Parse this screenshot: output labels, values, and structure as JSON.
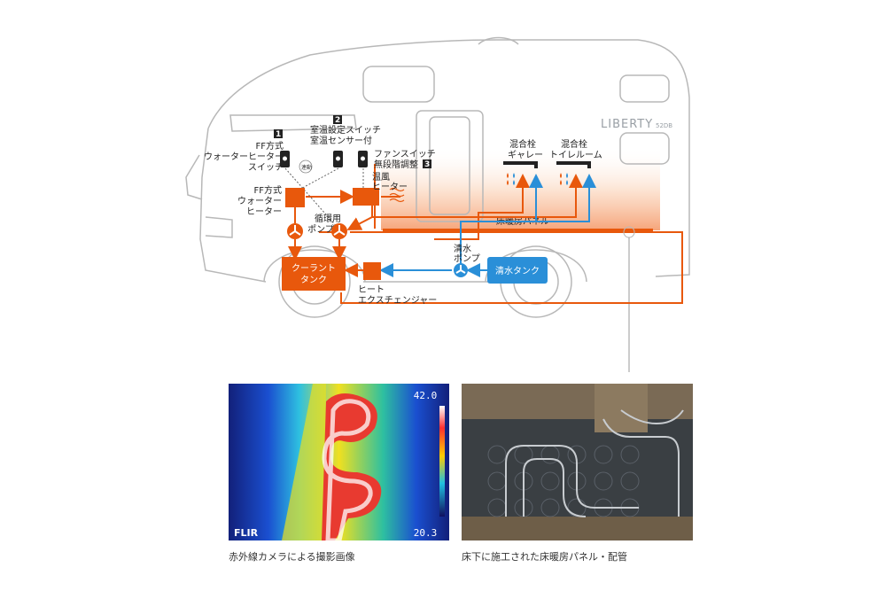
{
  "brand": {
    "name": "LIBERTY",
    "model": "52DB"
  },
  "labels": {
    "num1": "1",
    "num2": "2",
    "num3": "3",
    "ff_switch": [
      "FF方式",
      "ウォーターヒーター",
      "スイッチ"
    ],
    "thermostat": [
      "室温設定スイッチ",
      "室温センサー付"
    ],
    "fan_switch": [
      "ファンスイッチ",
      "無段階調整"
    ],
    "interlock": "連動",
    "ff_heater": [
      "FF方式",
      "ウォーター",
      "ヒーター"
    ],
    "hot_air_heater": [
      "温風",
      "ヒーター"
    ],
    "circ_pump": [
      "循環用",
      "ポンプ"
    ],
    "floor_panel": "床暖房パネル",
    "coolant_tank": [
      "クーラント",
      "タンク"
    ],
    "heat_exchanger": [
      "ヒート",
      "エクスチェンジャー"
    ],
    "fresh_pump": [
      "清水",
      "ポンプ"
    ],
    "fresh_tank": "清水タンク",
    "faucet_galley": [
      "混合栓",
      "ギャレー"
    ],
    "faucet_toilet": [
      "混合栓",
      "トイレルーム"
    ]
  },
  "thermal": {
    "max": "42.0",
    "min": "20.3",
    "logo": "FLIR"
  },
  "captions": {
    "left": "赤外線カメラによる撮影画像",
    "right": "床下に施工された床暖房パネル・配管"
  },
  "colors": {
    "hot": "#e8580c",
    "cold": "#2a8fd8",
    "outline": "#b8b8b8"
  }
}
